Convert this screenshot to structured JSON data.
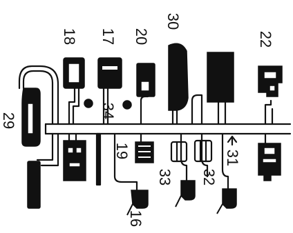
{
  "diagram": {
    "callouts": [
      "30",
      "22",
      "20",
      "17",
      "18",
      "29",
      "34",
      "19",
      "33",
      "32",
      "31",
      "16"
    ]
  },
  "colors": {
    "line": "#111111",
    "fill": "#111111",
    "paper": "#ffffff"
  }
}
